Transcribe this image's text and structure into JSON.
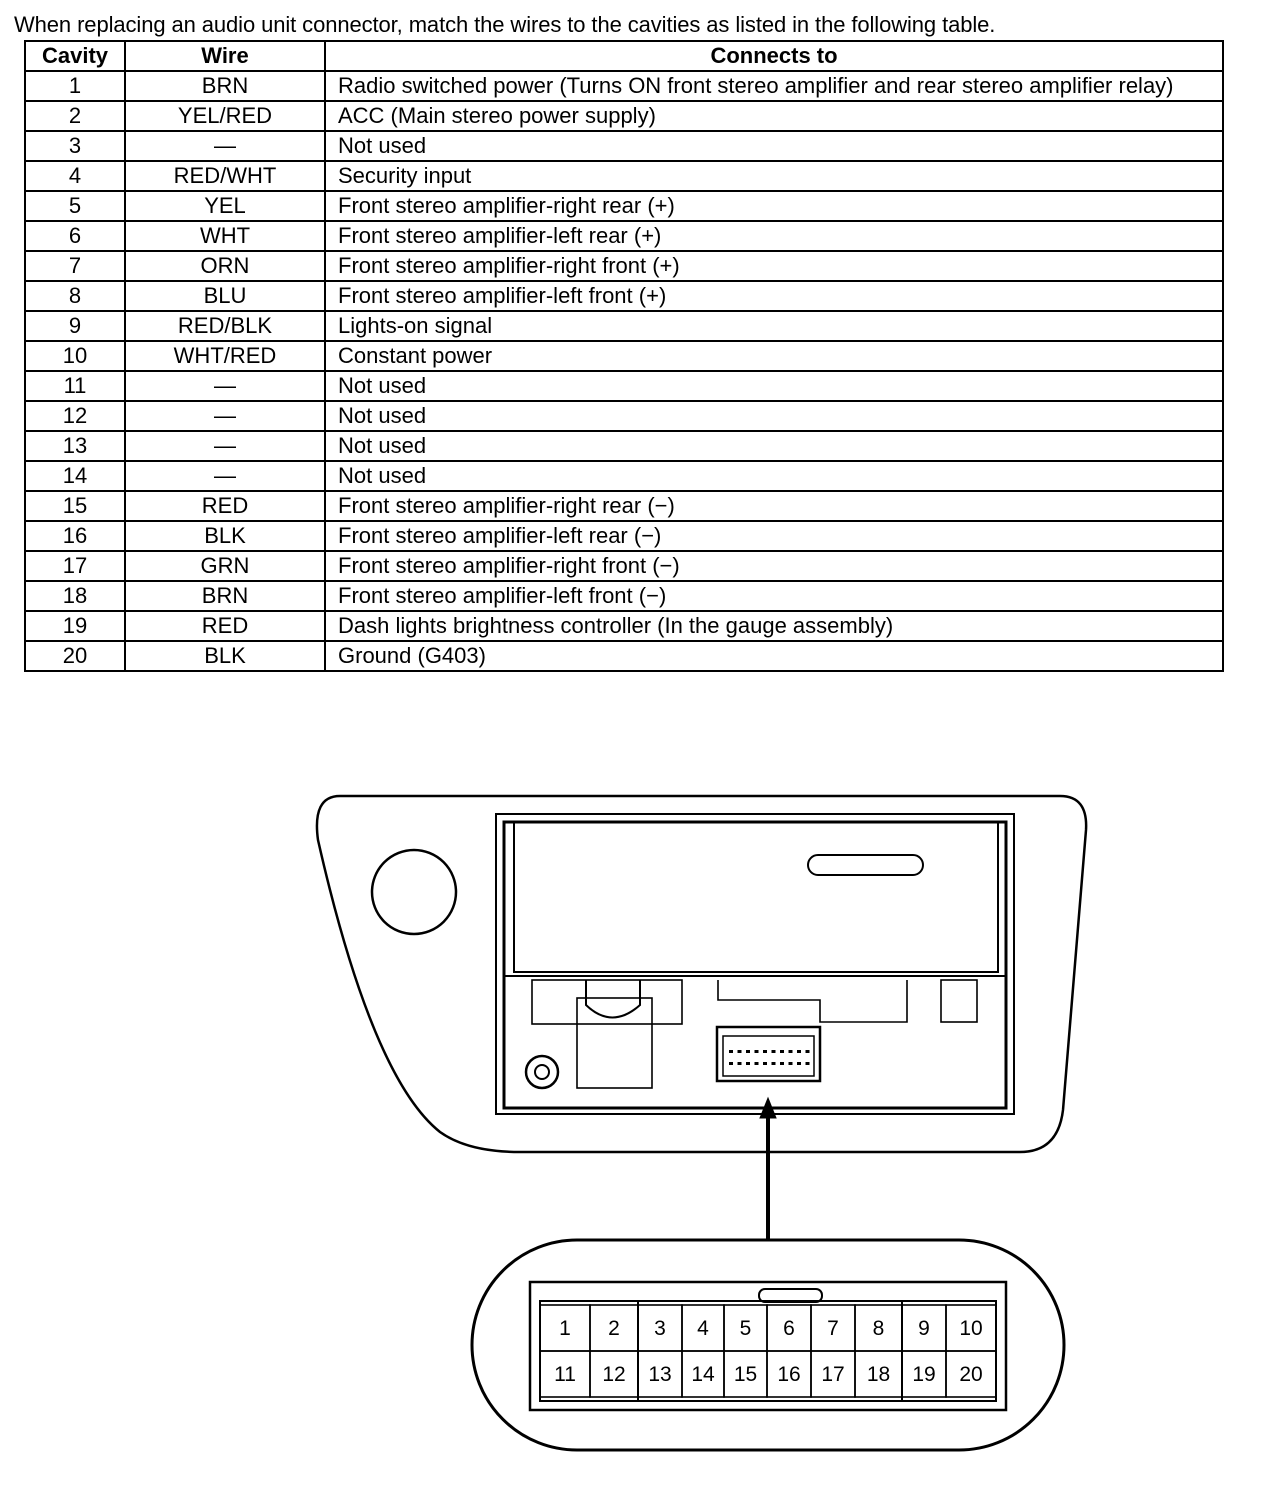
{
  "intro_text": "When replacing an audio unit connector, match the wires to the cavities as listed in the following table.",
  "table": {
    "headers": {
      "cavity": "Cavity",
      "wire": "Wire",
      "connects": "Connects to"
    },
    "rows": [
      {
        "cavity": "1",
        "wire": "BRN",
        "connects": "Radio switched power (Turns ON front stereo amplifier and rear stereo amplifier relay)"
      },
      {
        "cavity": "2",
        "wire": "YEL/RED",
        "connects": "ACC (Main stereo power supply)"
      },
      {
        "cavity": "3",
        "wire": "—",
        "connects": "Not used"
      },
      {
        "cavity": "4",
        "wire": "RED/WHT",
        "connects": "Security input"
      },
      {
        "cavity": "5",
        "wire": "YEL",
        "connects": "Front stereo amplifier-right rear (+)"
      },
      {
        "cavity": "6",
        "wire": "WHT",
        "connects": "Front stereo amplifier-left rear (+)"
      },
      {
        "cavity": "7",
        "wire": "ORN",
        "connects": "Front stereo amplifier-right front (+)"
      },
      {
        "cavity": "8",
        "wire": "BLU",
        "connects": "Front stereo amplifier-left front (+)"
      },
      {
        "cavity": "9",
        "wire": "RED/BLK",
        "connects": "Lights-on signal"
      },
      {
        "cavity": "10",
        "wire": "WHT/RED",
        "connects": "Constant power"
      },
      {
        "cavity": "11",
        "wire": "—",
        "connects": "Not used"
      },
      {
        "cavity": "12",
        "wire": "—",
        "connects": "Not used"
      },
      {
        "cavity": "13",
        "wire": "—",
        "connects": "Not used"
      },
      {
        "cavity": "14",
        "wire": "—",
        "connects": "Not used"
      },
      {
        "cavity": "15",
        "wire": "RED",
        "connects": "Front stereo amplifier-right rear (−)"
      },
      {
        "cavity": "16",
        "wire": "BLK",
        "connects": "Front stereo amplifier-left rear (−)"
      },
      {
        "cavity": "17",
        "wire": "GRN",
        "connects": "Front stereo amplifier-right front (−)"
      },
      {
        "cavity": "18",
        "wire": "BRN",
        "connects": "Front stereo amplifier-left front (−)"
      },
      {
        "cavity": "19",
        "wire": "RED",
        "connects": "Dash lights brightness controller (In the gauge assembly)"
      },
      {
        "cavity": "20",
        "wire": "BLK",
        "connects": "Ground (G403)"
      }
    ]
  },
  "connector": {
    "top_row": [
      "1",
      "2",
      "3",
      "4",
      "5",
      "6",
      "7",
      "8",
      "9",
      "10"
    ],
    "bottom_row": [
      "11",
      "12",
      "13",
      "14",
      "15",
      "16",
      "17",
      "18",
      "19",
      "20"
    ]
  }
}
